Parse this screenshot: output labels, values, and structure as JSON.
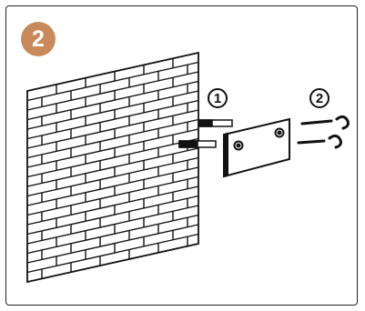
{
  "step": {
    "number": "2",
    "badge_color": "#c98a5b"
  },
  "callouts": {
    "first": "1",
    "second": "2"
  },
  "icons": {
    "wall": "brick-wall",
    "bracket": "mounting-bracket",
    "anchors": "wall-anchor",
    "screws": "screw",
    "hooks": "hook-screw"
  }
}
